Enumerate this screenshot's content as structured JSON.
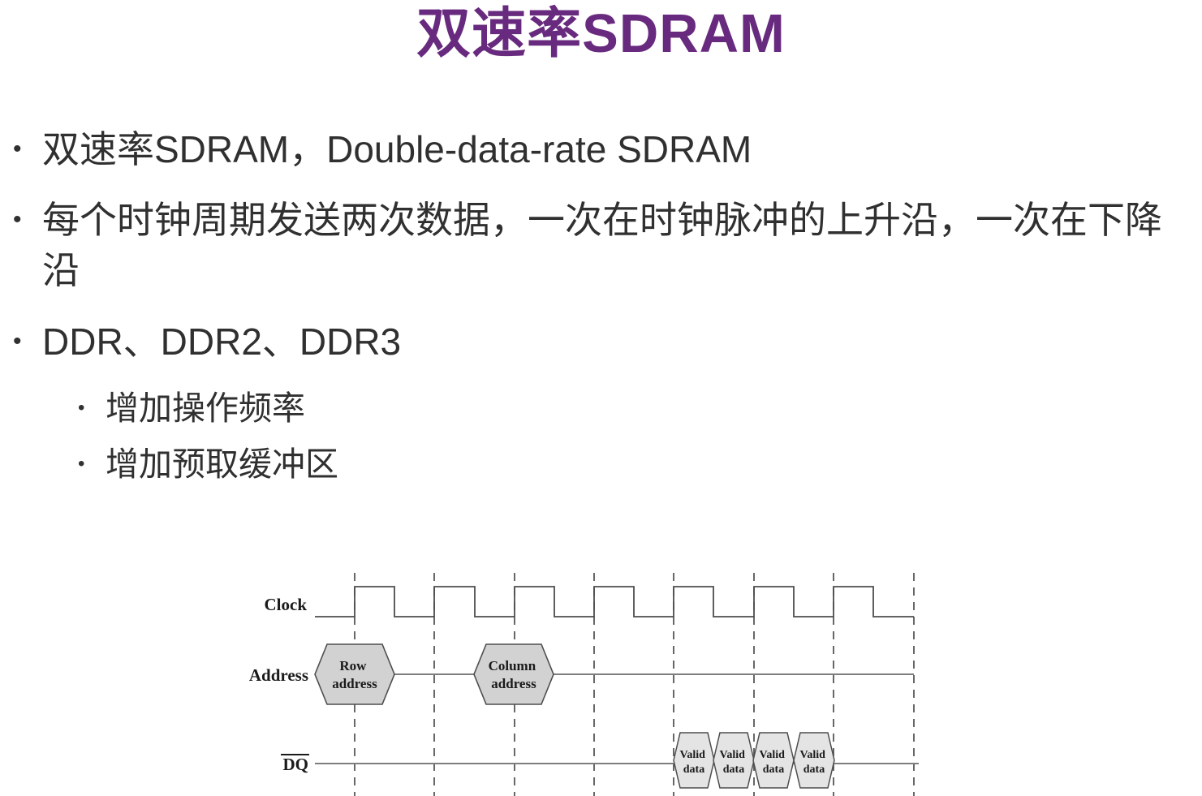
{
  "slide": {
    "title": "双速率SDRAM",
    "bullets": {
      "b1": "双速率SDRAM，Double-data-rate SDRAM",
      "b2": "每个时钟周期发送两次数据，一次在时钟脉冲的上升沿，一次在下降沿",
      "b3": "DDR、DDR2、DDR3",
      "sub1": "增加操作频率",
      "sub2": "增加预取缓冲区"
    },
    "bullet_glyph": "•"
  },
  "diagram": {
    "clock_label": "Clock",
    "address_label": "Address",
    "dq_label": "DQ",
    "row_address": {
      "line1": "Row",
      "line2": "address"
    },
    "column_address": {
      "line1": "Column",
      "line2": "address"
    },
    "valid_data": {
      "line1": "Valid",
      "line2": "data"
    },
    "valid_data_count": 4,
    "clock_cycles": 7,
    "dashed_gridlines": 8,
    "colors": {
      "title": "#682a7e",
      "body_text": "#303030",
      "address_hex_fill": "#d2d2d2",
      "valid_hex_fill": "#e4e4e4",
      "signal_line": "#7e7e7e",
      "clock_line": "#4d4d4d",
      "dashed_line": "#4d4d4d"
    }
  }
}
